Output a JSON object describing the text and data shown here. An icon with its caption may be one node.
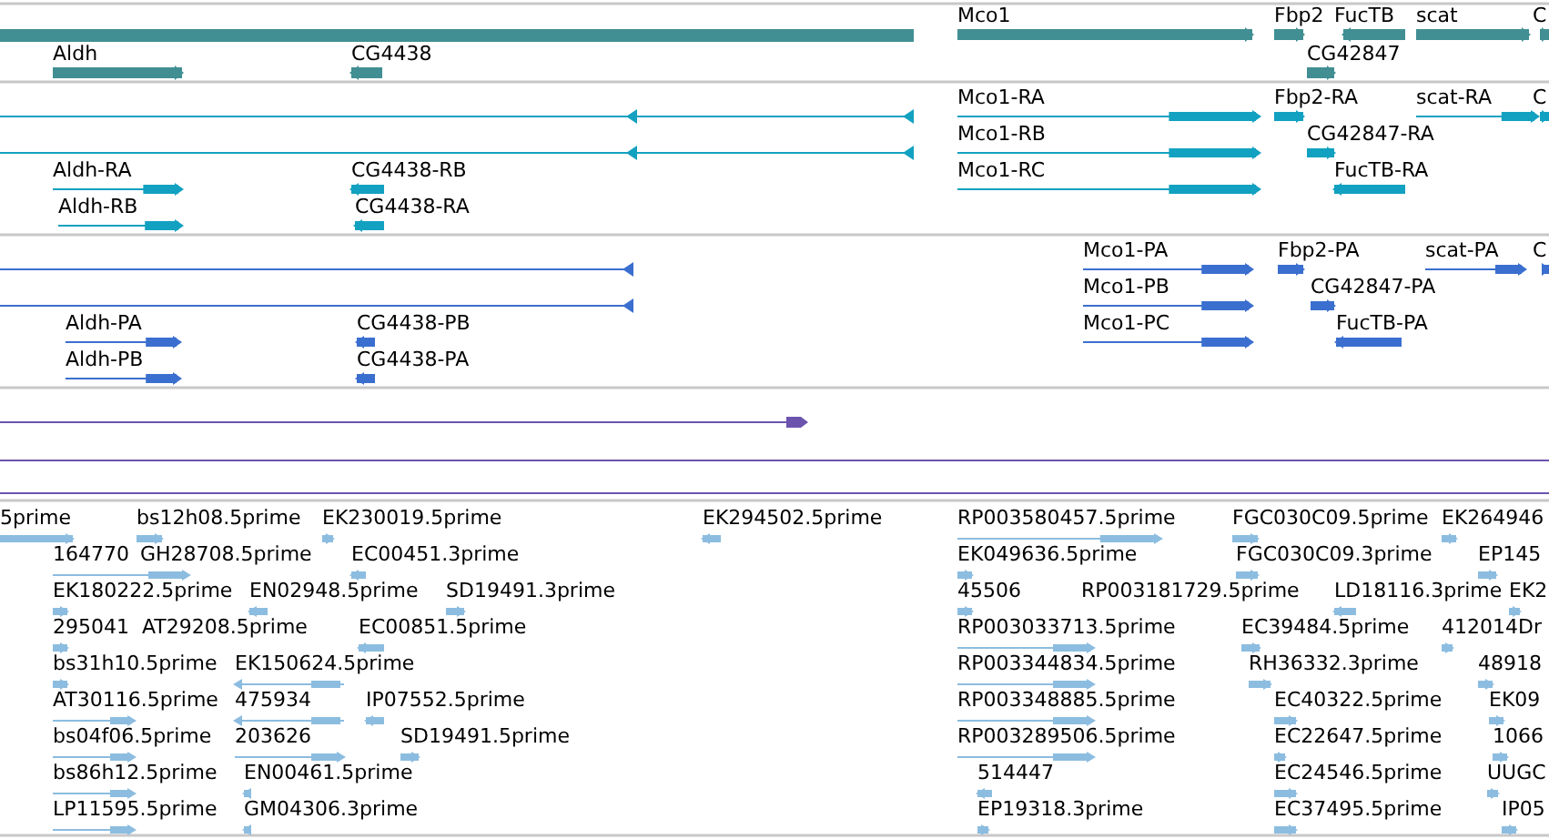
{
  "diagram": {
    "labels": [
      "Mco1",
      "Fbp2",
      "FucTB",
      "scat",
      "C",
      "Aldh",
      "CG4438",
      "CG42847",
      "Mco1-RA",
      "Fbp2-RA",
      "scat-RA",
      "C",
      "Mco1-RB",
      "CG42847-RA",
      "Aldh-RA",
      "CG4438-RB",
      "Mco1-RC",
      "FucTB-RA",
      "Aldh-RB",
      "CG4438-RA",
      "Mco1-PA",
      "Fbp2-PA",
      "scat-PA",
      "C",
      "Mco1-PB",
      "CG42847-PA",
      "Aldh-PA",
      "CG4438-PB",
      "Mco1-PC",
      "FucTB-PA",
      "Aldh-PB",
      "CG4438-PA",
      "5prime",
      "bs12h08.5prime",
      "EK230019.5prime",
      "EK294502.5prime",
      "RP003580457.5prime",
      "FGC030C09.5prime",
      "EK264946",
      "164770",
      "GH28708.5prime",
      "EC00451.3prime",
      "EK049636.5prime",
      "FGC030C09.3prime",
      "EP145",
      "EK180222.5prime",
      "EN02948.5prime",
      "SD19491.3prime",
      "45506",
      "RP003181729.5prime",
      "LD18116.3prime",
      "EK2",
      "295041",
      "AT29208.5prime",
      "EC00851.5prime",
      "RP003033713.5prime",
      "EC39484.5prime",
      "412014Dr",
      "bs31h10.5prime",
      "EK150624.5prime",
      "RP003344834.5prime",
      "RH36332.3prime",
      "48918",
      "AT30116.5prime",
      "475934",
      "IP07552.5prime",
      "RP003348885.5prime",
      "EC40322.5prime",
      "EK09",
      "bs04f06.5prime",
      "203626",
      "SD19491.5prime",
      "RP003289506.5prime",
      "EC22647.5prime",
      "1066",
      "bs86h12.5prime",
      "EN00461.5prime",
      "514447",
      "EC24546.5prime",
      "UUGC",
      "LP11595.5prime",
      "GM04306.3prime",
      "EP19318.3prime",
      "EC37495.5prime",
      "IP05"
    ]
  }
}
